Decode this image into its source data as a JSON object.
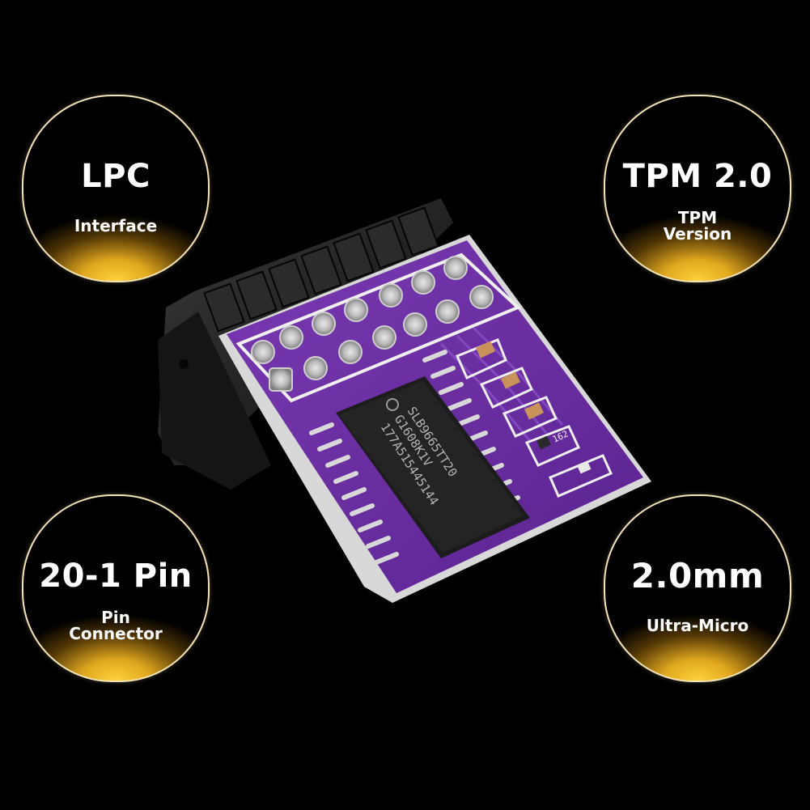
{
  "badges": {
    "lpc": {
      "title": "LPC",
      "subtitle": "Interface"
    },
    "tpm": {
      "title": "TPM 2.0",
      "subtitle_line1": "TPM",
      "subtitle_line2": "Version"
    },
    "pin": {
      "title": "20-1 Pin",
      "subtitle_line1": "Pin",
      "subtitle_line2": "Connector"
    },
    "mm": {
      "title": "2.0mm",
      "subtitle": "Ultra-Micro"
    }
  },
  "chip": {
    "line1": "SLB9665TT20",
    "line2": "G1608K1V",
    "line3": "177A515445144"
  },
  "component_label": "162",
  "colors": {
    "background": "#000000",
    "pcb": "#6a2ea0",
    "gold_glow": "#f0b020",
    "chip": "#1c1c1c",
    "connector": "#1a1a1a"
  }
}
